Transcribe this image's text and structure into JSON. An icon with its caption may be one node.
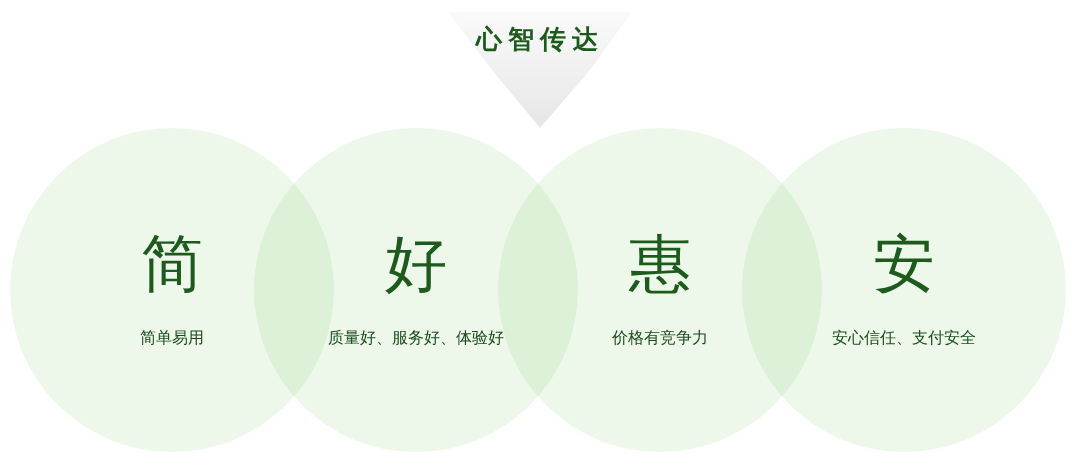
{
  "diagram": {
    "title": "心智传达",
    "nodes": [
      {
        "text": [
          "简",
          "简单易用"
        ]
      },
      {
        "text": [
          "好",
          "质量好、服务好、体验好"
        ]
      },
      {
        "text": [
          "惠",
          "价格有竞争力"
        ]
      },
      {
        "text": [
          "安",
          "安心信任、支付安全"
        ]
      }
    ]
  }
}
